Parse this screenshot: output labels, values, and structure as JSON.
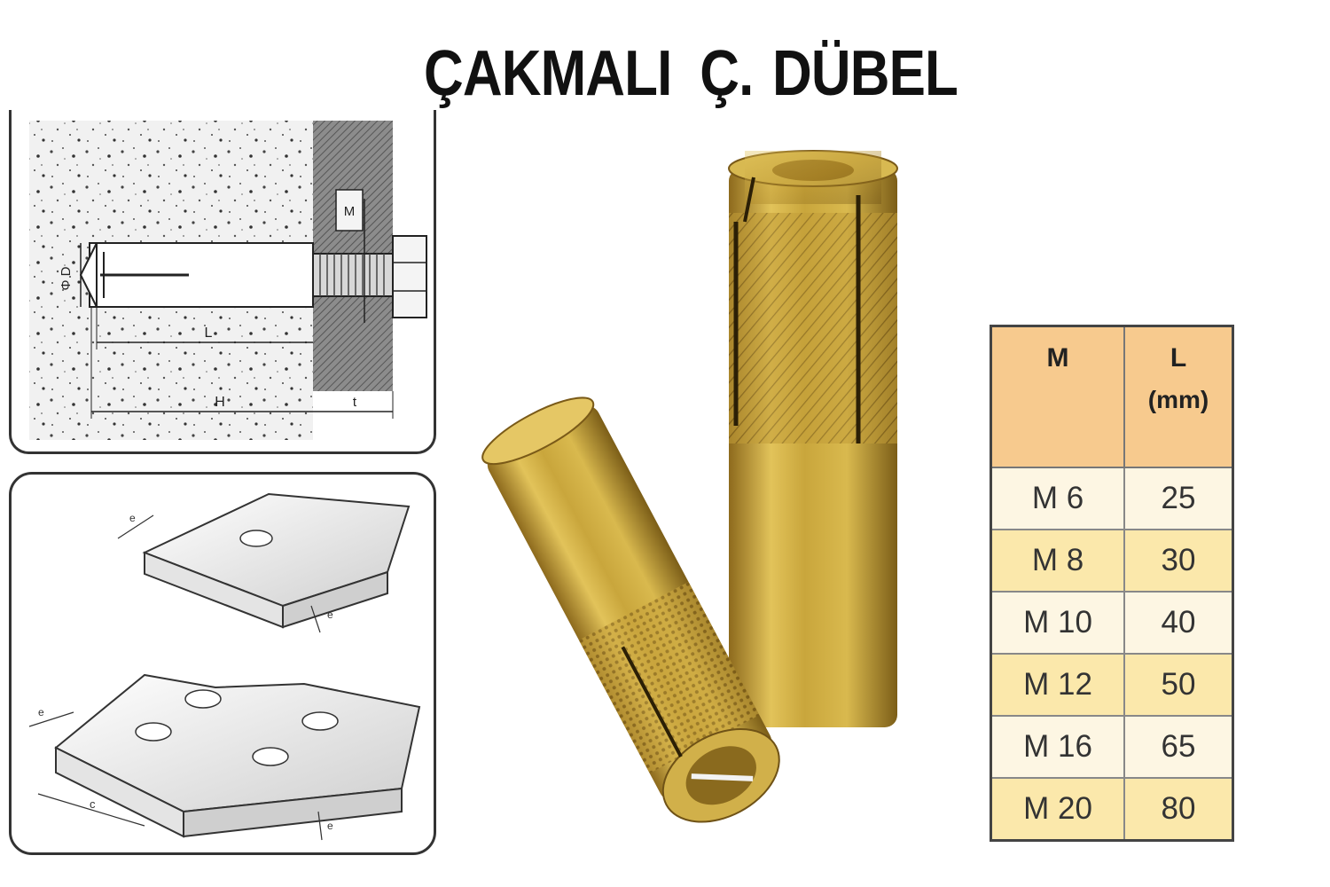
{
  "title": {
    "line1": "ÇAKMALI",
    "line2": "Ç.",
    "line3": "DÜBEL"
  },
  "diagram": {
    "labels": {
      "m": "M",
      "d": "Φ D",
      "l": "L",
      "h": "H",
      "t": "t",
      "e": "e",
      "c": "c"
    }
  },
  "table": {
    "headers": {
      "m": "M",
      "l": "L",
      "l_unit": "(mm)"
    },
    "rows": [
      {
        "m": "M 6",
        "l": "25"
      },
      {
        "m": "M 8",
        "l": "30"
      },
      {
        "m": "M 10",
        "l": "40"
      },
      {
        "m": "M 12",
        "l": "50"
      },
      {
        "m": "M 16",
        "l": "65"
      },
      {
        "m": "M 20",
        "l": "80"
      }
    ]
  },
  "colors": {
    "header_bg": "#f7ca8e",
    "row_light": "#fdf6e3",
    "row_tint": "#fbe8ab",
    "brass": "#c9a63c"
  }
}
